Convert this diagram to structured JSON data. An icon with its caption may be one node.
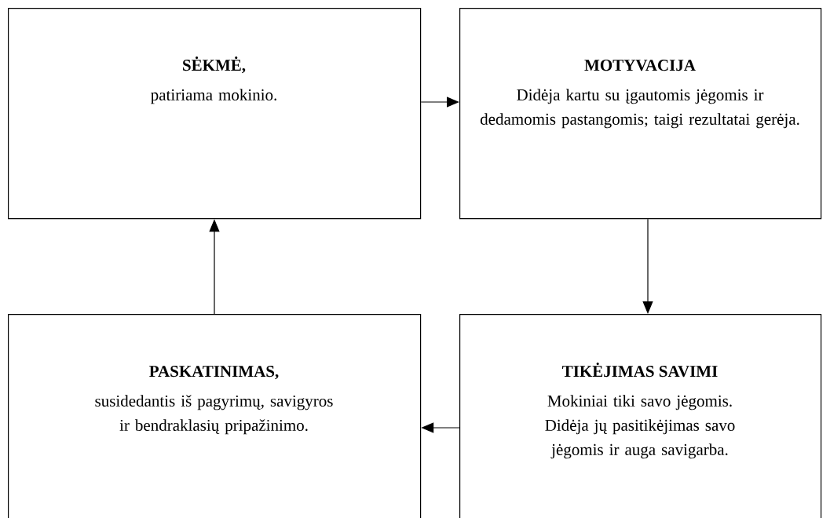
{
  "diagram": {
    "nodes": [
      {
        "text": [
          "SĖKMĖ,",
          "patiriama mokinio."
        ]
      },
      {
        "text": [
          "MOTYVACIJA",
          "Didėja kartu su įgautomis jėgomis ir dedamomis pastangomis; taigi rezultatai gerėja."
        ]
      },
      {
        "text": [
          "TIKĖJIMAS SAVIMI",
          "Mokiniai tiki savo jėgomis. Didėja jų pasitikėjimas savo jėgomis ir auga savigarba."
        ]
      },
      {
        "text": [
          "PASKATINIMAS,",
          "susidedantis iš pagyrimų, savigyros ir bendraklasių pripažinimo."
        ]
      }
    ],
    "edges": [
      {
        "from": 0,
        "to": 1,
        "arrow": "to"
      },
      {
        "from": 1,
        "to": 2,
        "arrow": "to"
      },
      {
        "from": 2,
        "to": 3,
        "arrow": "to"
      },
      {
        "from": 3,
        "to": 0,
        "arrow": "to"
      }
    ]
  }
}
